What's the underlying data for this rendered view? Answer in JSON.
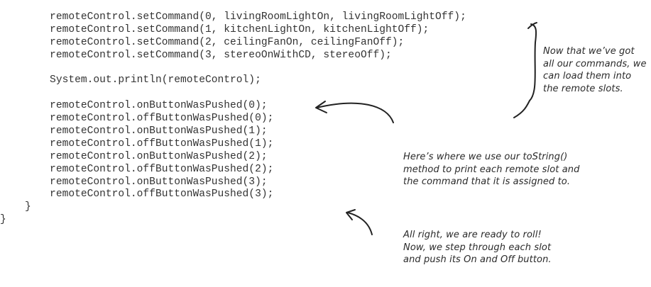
{
  "code_lines": [
    "        remoteControl.setCommand(0, livingRoomLightOn, livingRoomLightOff);",
    "        remoteControl.setCommand(1, kitchenLightOn, kitchenLightOff);",
    "        remoteControl.setCommand(2, ceilingFanOn, ceilingFanOff);",
    "        remoteControl.setCommand(3, stereoOnWithCD, stereoOff);",
    "",
    "        System.out.println(remoteControl);",
    "",
    "        remoteControl.onButtonWasPushed(0);",
    "        remoteControl.offButtonWasPushed(0);",
    "        remoteControl.onButtonWasPushed(1);",
    "        remoteControl.offButtonWasPushed(1);",
    "        remoteControl.onButtonWasPushed(2);",
    "        remoteControl.offButtonWasPushed(2);",
    "        remoteControl.onButtonWasPushed(3);",
    "        remoteControl.offButtonWasPushed(3);",
    "    }",
    "}"
  ],
  "annotations": {
    "commands": [
      "Now that we’ve got",
      "all our commands, we",
      "can load them into",
      "the remote slots."
    ],
    "tostring": [
      "Here’s where we use our toString()",
      "method to print each remote slot and",
      "the command that it is assigned to."
    ],
    "roll": [
      "All right, we are ready to roll!",
      "Now, we step through each slot",
      "and push its On and Off button."
    ]
  }
}
